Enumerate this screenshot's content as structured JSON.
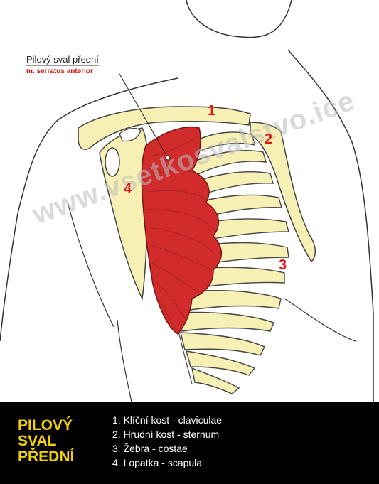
{
  "label": {
    "main": "Pilový sval přední",
    "latin": "m. serratus anterior"
  },
  "numbers": [
    "1",
    "2",
    "3",
    "4"
  ],
  "watermark": "www.vsetkosvalstvo.ice",
  "legend": {
    "title_lines": [
      "PILOVÝ",
      "SVAL",
      "PŘEDNÍ"
    ],
    "items": [
      "1. Klíční kost - claviculae",
      "2. Hrudní kost - sternum",
      "3. Žebra - costae",
      "4. Lopatka - scapula"
    ]
  },
  "colors": {
    "bone": "#f6f0b4",
    "muscle": "#d12b2b",
    "label_red": "#d11010",
    "legend_title": "#f2d000",
    "legend_bg": "#000000"
  }
}
